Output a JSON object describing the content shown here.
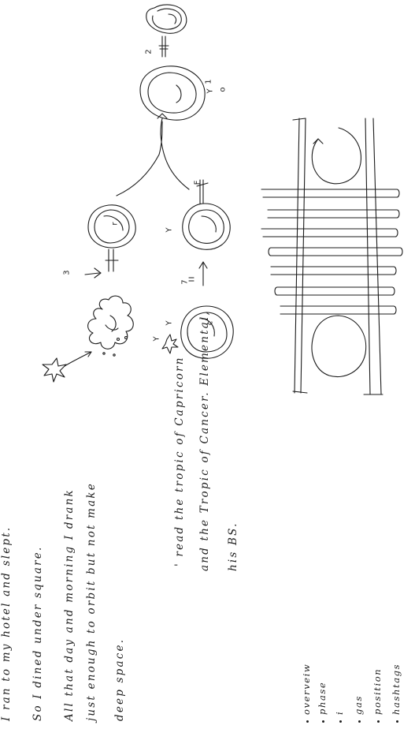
{
  "notes": {
    "lines": [
      "I ran to my hotel and slept.",
      "So I dined under square.",
      "All that day and morning I drank",
      "just enough to orbit but not make",
      "deep space."
    ],
    "lines2": [
      "' read the tropic of Capricorn",
      "and the Tropic of Cancer. Elemental,",
      "his BS."
    ],
    "list": [
      "overveiw",
      "phase",
      "i",
      "gas",
      "position",
      "hashtags"
    ]
  },
  "diagram": {
    "labels": {
      "num_3": "3",
      "num_2": "2",
      "num_1": "1",
      "num_7": "7",
      "y_a": "Y",
      "y_b": "Y",
      "y_c": "Y",
      "y_d": "Y",
      "letter_f": "F",
      "letter_r": "r",
      "letter_c": "c",
      "letter_o": "o"
    }
  },
  "colors": {
    "ink": "#1b1b1b",
    "paper": "#ffffff"
  }
}
